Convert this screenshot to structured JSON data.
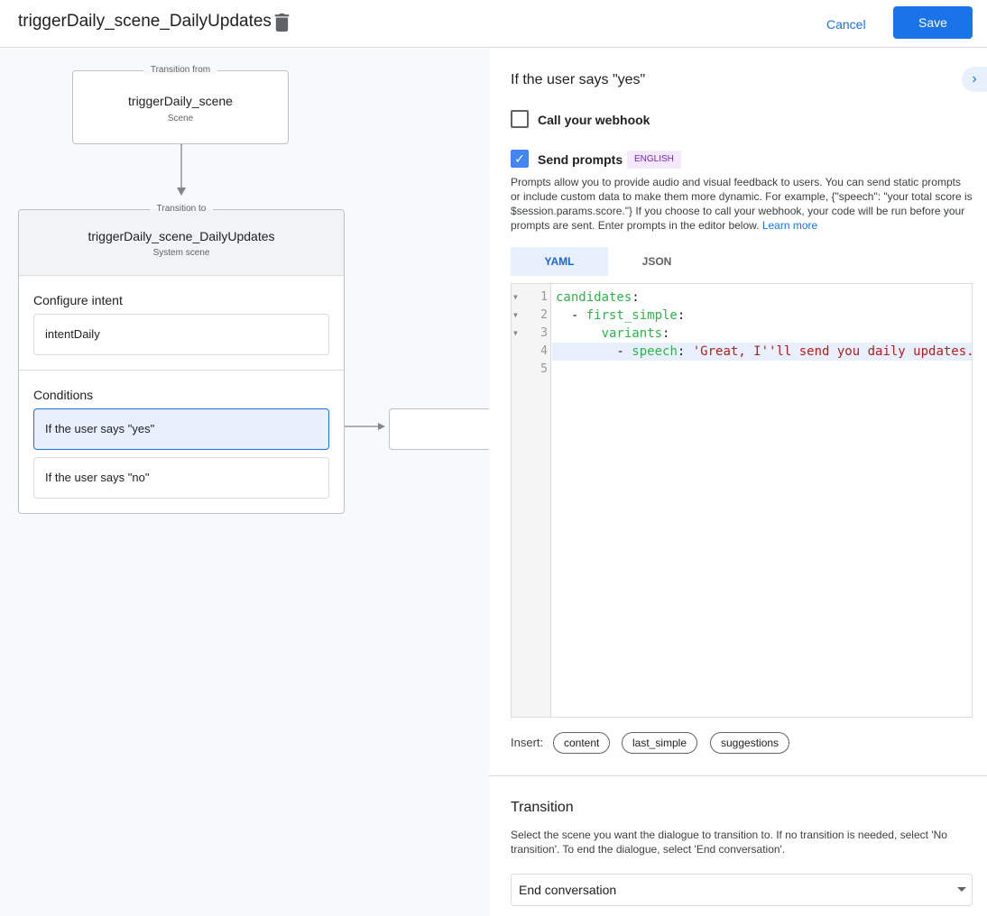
{
  "header": {
    "title": "triggerDaily_scene_DailyUpdates",
    "cancel_label": "Cancel",
    "save_label": "Save",
    "accent": "#1a73e8"
  },
  "canvas": {
    "from_node": {
      "legend": "Transition from",
      "name": "triggerDaily_scene",
      "type": "Scene"
    },
    "to_node": {
      "legend": "Transition to",
      "name": "triggerDaily_scene_DailyUpdates",
      "type": "System scene",
      "intent_section": "Configure intent",
      "intent": "intentDaily",
      "conditions_section": "Conditions",
      "conditions": [
        "If the user says \"yes\"",
        "If the user says \"no\""
      ]
    }
  },
  "panel": {
    "heading": "If the user says \"yes\"",
    "webhook": {
      "label": "Call your webhook",
      "checked": false
    },
    "prompts": {
      "label": "Send prompts",
      "checked": true,
      "badge": "ENGLISH",
      "description": "Prompts allow you to provide audio and visual feedback to users. You can send static prompts or include custom data to make them more dynamic. For example, {\"speech\": \"your total score is $session.params.score.\"} If you choose to call your webhook, your code will be run before your prompts are sent. Enter prompts in the editor below.",
      "learn_more": "Learn more"
    },
    "tabs": [
      "YAML",
      "JSON"
    ],
    "active_tab": "YAML",
    "editor": {
      "line_numbers": [
        "1",
        "2",
        "3",
        "4",
        "5"
      ],
      "lines": [
        {
          "indent": "",
          "key": "candidates",
          "sep": ":",
          "val": ""
        },
        {
          "indent": "  - ",
          "key": "first_simple",
          "sep": ":",
          "val": ""
        },
        {
          "indent": "      ",
          "key": "variants",
          "sep": ":",
          "val": ""
        },
        {
          "indent": "        - ",
          "key": "speech",
          "sep": ": ",
          "val": "'Great, I''ll send you daily updates."
        },
        {
          "indent": "",
          "key": "",
          "sep": "",
          "val": ""
        }
      ]
    },
    "insert": {
      "label": "Insert:",
      "chips": [
        "content",
        "last_simple",
        "suggestions"
      ]
    },
    "transition": {
      "heading": "Transition",
      "description": "Select the scene you want the dialogue to transition to. If no transition is needed, select 'No transition'. To end the dialogue, select 'End conversation'.",
      "selected": "End conversation"
    }
  }
}
